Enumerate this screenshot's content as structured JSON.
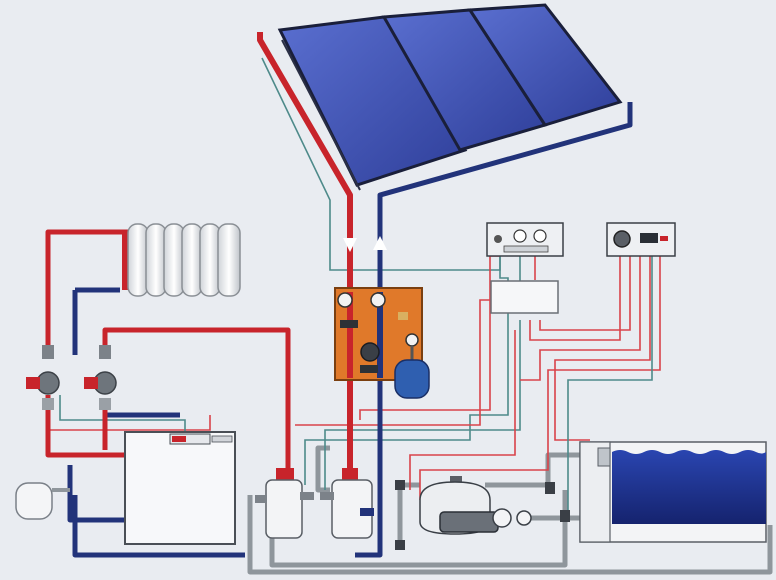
{
  "diagram": {
    "colors": {
      "background": "#e9ecf1",
      "hot_pipe": "#c8242b",
      "cold_pipe": "#22337a",
      "return_pipe": "#8f969c",
      "signal_wire_red": "#d9434a",
      "signal_wire_teal": "#4e8a8a",
      "panel_blue": "#3c4fb0",
      "station_orange": "#e0792a",
      "pool_water": "#1c2f8c",
      "tank_blue": "#2f5fb0"
    },
    "components": {
      "solar_collectors": "solar-collector-array",
      "radiator": "radiator",
      "boiler": "boiler",
      "pump_station": "solar-pump-station",
      "controller_main": "solar-controller",
      "controller_secondary": "pool-controller",
      "junction_box": "junction-box",
      "expansion_vessel": "expansion-vessel",
      "pool": "swimming-pool",
      "sand_filter": "sand-filter-pump",
      "heat_exchanger": "heat-exchanger"
    }
  }
}
